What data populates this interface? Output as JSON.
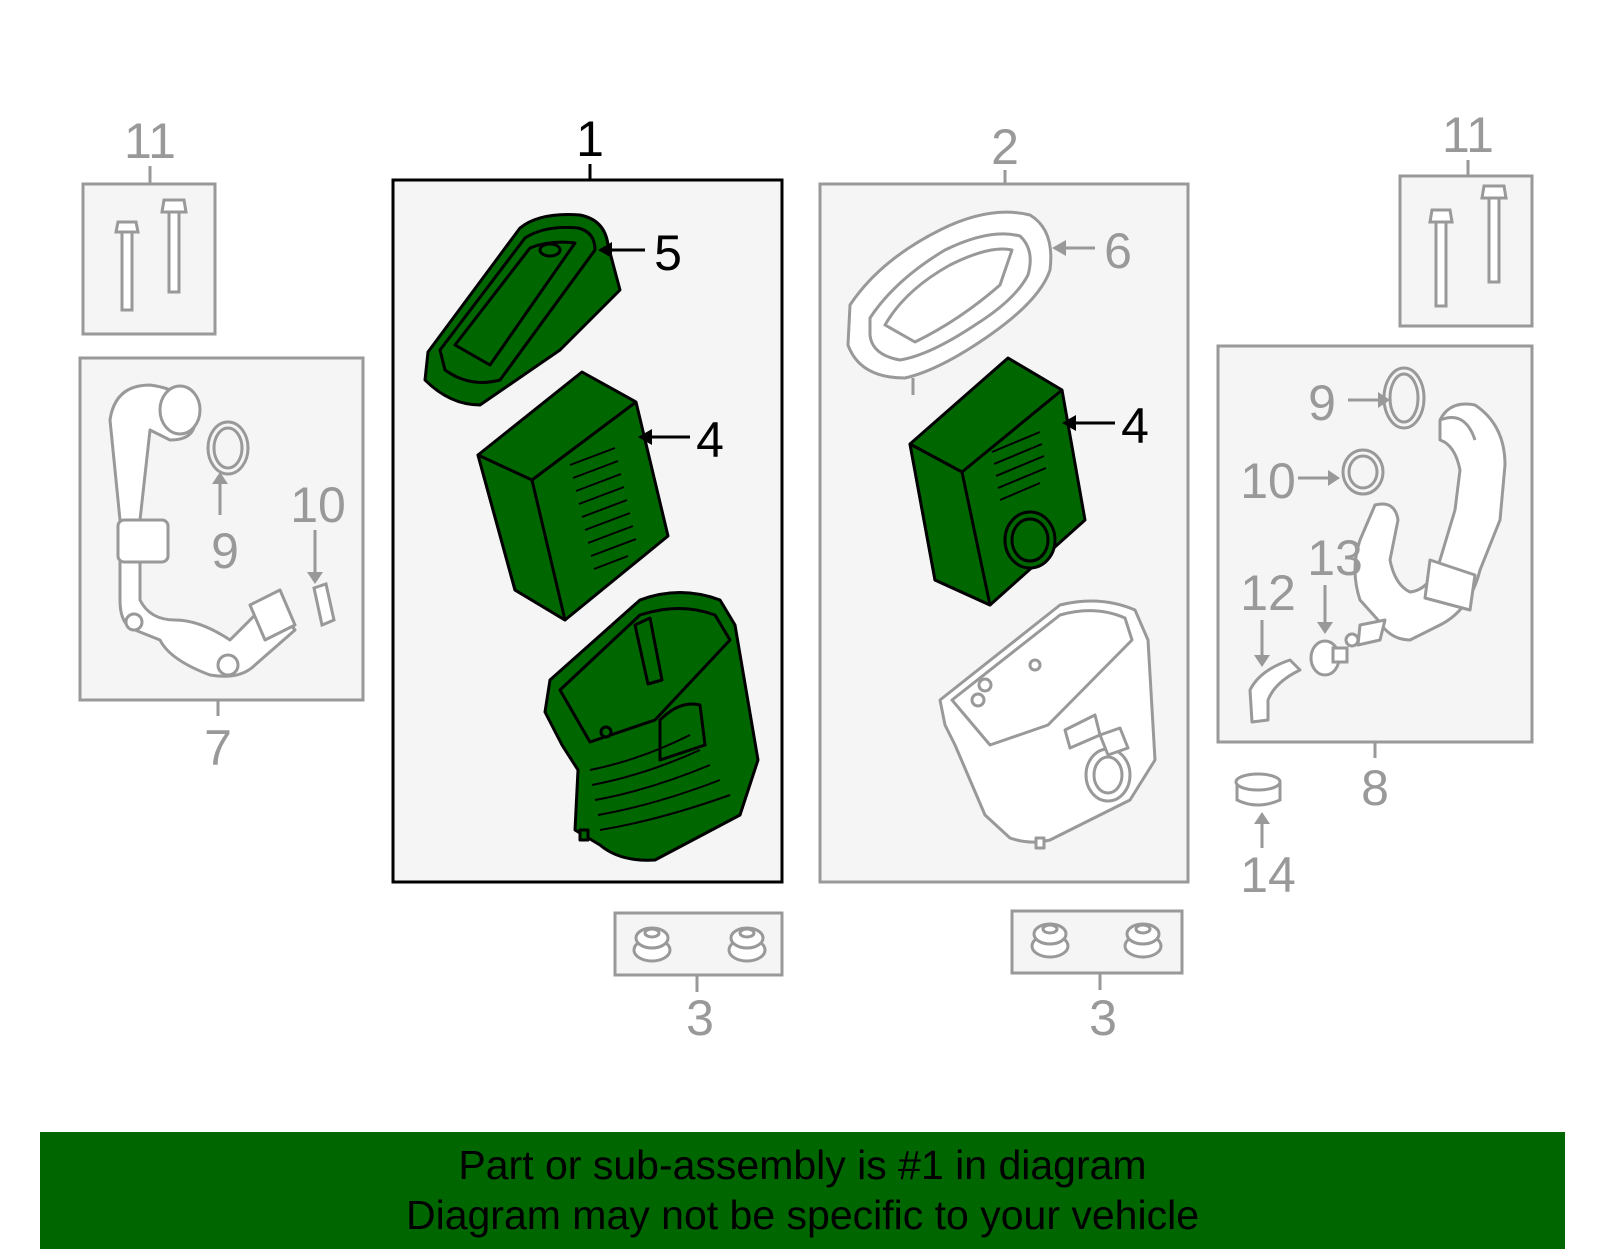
{
  "colors": {
    "highlight": "#006600",
    "box_gray": "#999999",
    "panel_bg": "#f5f5f5",
    "footer_bg": "#006600"
  },
  "callouts": {
    "c1": "1",
    "c2": "2",
    "c3_left": "3",
    "c3_right": "3",
    "c4_left": "4",
    "c4_right": "4",
    "c5": "5",
    "c6": "6",
    "c7": "7",
    "c8": "8",
    "c9_left": "9",
    "c9_right": "9",
    "c10_left": "10",
    "c10_right": "10",
    "c11_left": "11",
    "c11_right": "11",
    "c12": "12",
    "c13": "13",
    "c14": "14"
  },
  "footer": {
    "line1": "Part or sub-assembly is #1 in diagram",
    "line2": "Diagram may not be specific to your vehicle"
  }
}
